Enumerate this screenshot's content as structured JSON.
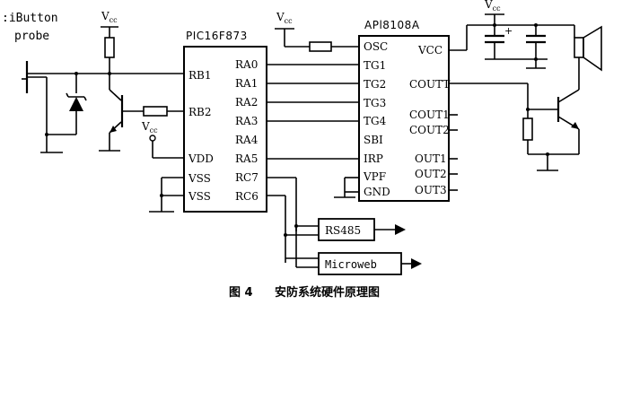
{
  "probe": {
    "label_line1": ":iButton",
    "label_line2": "probe"
  },
  "supply": {
    "vcc_label": "V",
    "vcc_sub": "cc"
  },
  "mcu": {
    "name": "PIC16F873",
    "left_pins": [
      "RB1",
      "RB2",
      "VDD",
      "VSS",
      "VSS"
    ],
    "right_pins": [
      "RA0",
      "RA1",
      "RA2",
      "RA3",
      "RA4",
      "RA5",
      "RC7",
      "RC6"
    ]
  },
  "voice_chip": {
    "name": "APl8108A",
    "left_pins": [
      "OSC",
      "TG1",
      "TG2",
      "TG3",
      "TG4",
      "SBI",
      "IRP",
      "VPF",
      "GND"
    ],
    "right_pins": [
      "VCC",
      "COUTT",
      "COUT1",
      "COUT2",
      "OUT1",
      "OUT2",
      "OUT3"
    ]
  },
  "capacitor": {
    "polarity": "+"
  },
  "blocks": {
    "rs485": "RS485",
    "microweb": "Microweb"
  },
  "caption": {
    "figure": "图 4",
    "title": "安防系统硬件原理图"
  }
}
